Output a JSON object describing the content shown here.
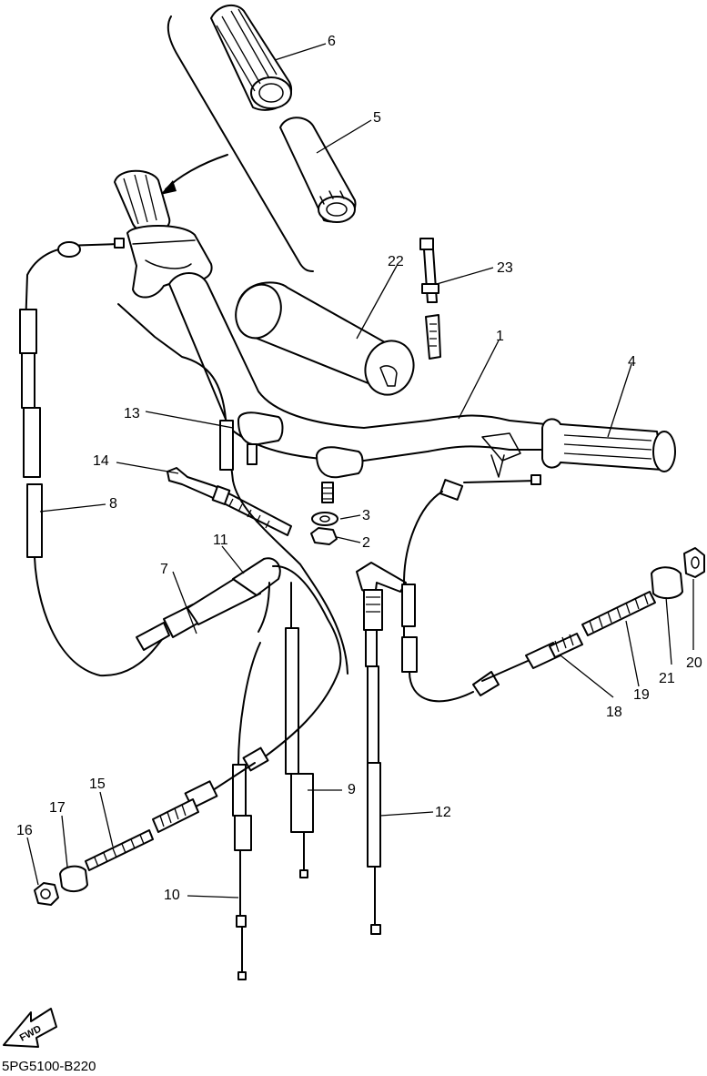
{
  "diagram": {
    "drawing_code": "5PG5100-B220",
    "direction_label": "FWD",
    "callouts": [
      {
        "id": "1",
        "label": "1"
      },
      {
        "id": "2",
        "label": "2"
      },
      {
        "id": "3",
        "label": "3"
      },
      {
        "id": "4",
        "label": "4"
      },
      {
        "id": "5",
        "label": "5"
      },
      {
        "id": "6",
        "label": "6"
      },
      {
        "id": "7",
        "label": "7"
      },
      {
        "id": "8",
        "label": "8"
      },
      {
        "id": "9",
        "label": "9"
      },
      {
        "id": "10",
        "label": "10"
      },
      {
        "id": "11",
        "label": "11"
      },
      {
        "id": "12",
        "label": "12"
      },
      {
        "id": "13",
        "label": "13"
      },
      {
        "id": "14",
        "label": "14"
      },
      {
        "id": "15",
        "label": "15"
      },
      {
        "id": "16",
        "label": "16"
      },
      {
        "id": "17",
        "label": "17"
      },
      {
        "id": "18",
        "label": "18"
      },
      {
        "id": "19",
        "label": "19"
      },
      {
        "id": "20",
        "label": "20"
      },
      {
        "id": "21",
        "label": "21"
      },
      {
        "id": "22",
        "label": "22"
      },
      {
        "id": "23",
        "label": "23"
      }
    ]
  }
}
